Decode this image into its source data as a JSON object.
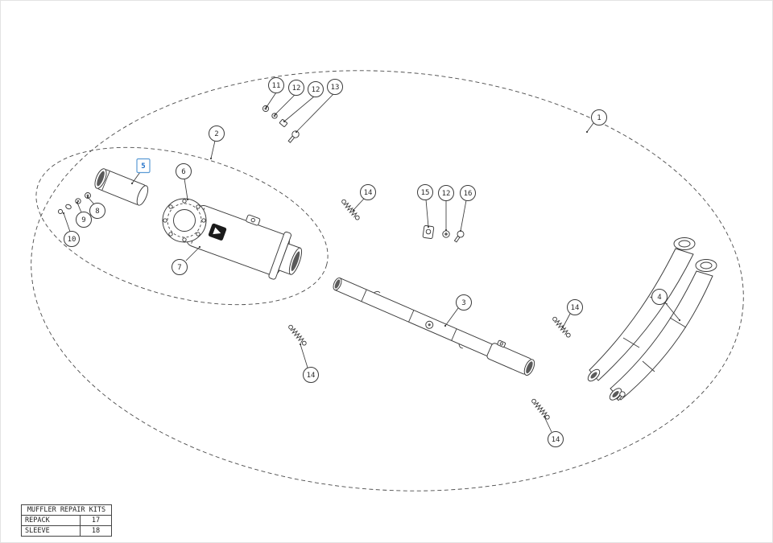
{
  "diagram": {
    "accent_color": "#1e6fc8",
    "line_color": "#3a3a3a",
    "callouts": [
      {
        "label": "11"
      },
      {
        "label": "12"
      },
      {
        "label": "12"
      },
      {
        "label": "13"
      },
      {
        "label": "1"
      },
      {
        "label": "2"
      },
      {
        "label": "5",
        "highlighted": true
      },
      {
        "label": "6"
      },
      {
        "label": "8"
      },
      {
        "label": "9"
      },
      {
        "label": "10"
      },
      {
        "label": "7"
      },
      {
        "label": "14"
      },
      {
        "label": "15"
      },
      {
        "label": "12"
      },
      {
        "label": "16"
      },
      {
        "label": "3"
      },
      {
        "label": "14"
      },
      {
        "label": "4"
      },
      {
        "label": "14"
      },
      {
        "label": "14"
      }
    ]
  },
  "repair_kits_table": {
    "title": "MUFFLER REPAIR KITS",
    "rows": [
      {
        "label": "REPACK",
        "value": "17"
      },
      {
        "label": "SLEEVE",
        "value": "18"
      }
    ]
  }
}
